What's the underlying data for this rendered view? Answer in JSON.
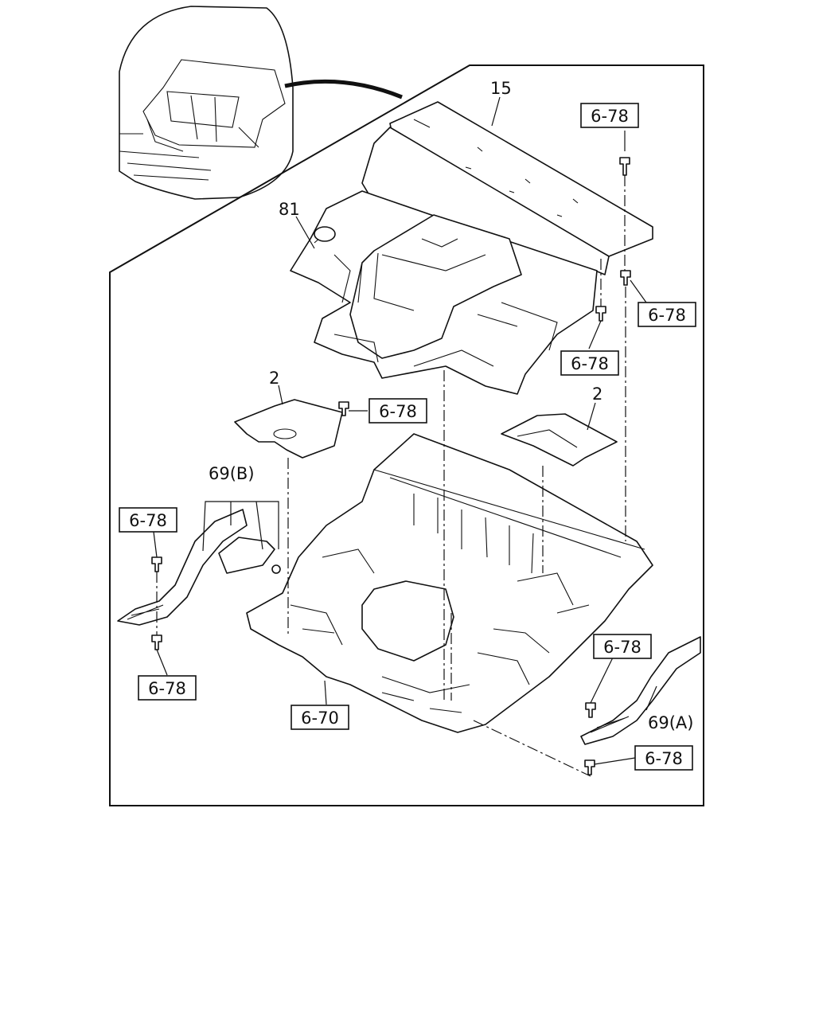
{
  "callouts": {
    "part_15": "15",
    "part_81": "81",
    "part_2_left": "2",
    "part_2_right": "2",
    "part_69b": "69(B)",
    "part_69a": "69(A)"
  },
  "ref_boxes": {
    "ref_top_right": "6-78",
    "ref_right_upper": "6-78",
    "ref_right_mid": "6-78",
    "ref_center": "6-78",
    "ref_left_upper": "6-78",
    "ref_left_lower": "6-78",
    "ref_floor": "6-70",
    "ref_right_step": "6-78",
    "ref_bottom_right": "6-78"
  }
}
